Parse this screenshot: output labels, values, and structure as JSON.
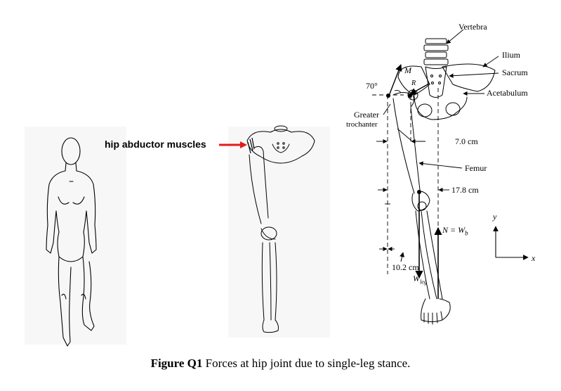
{
  "labels": {
    "vertebra": "Vertebra",
    "ilium": "Ilium",
    "sacrum": "Sacrum",
    "acetabulum": "Acetabulum",
    "angle": "70°",
    "greater": "Greater",
    "trochanter": "trochanter",
    "force_m": "M",
    "force_r": "R",
    "dim_7": "7.0 cm",
    "femur": "Femur",
    "dim_178": "17.8 cm",
    "normal_force": "N = W",
    "normal_force_sub": "b",
    "dim_102": "10.2 cm",
    "w_leg": "W",
    "w_leg_sub": "leg",
    "axis_y": "y",
    "axis_x": "x",
    "hip_abductor": "hip abductor muscles"
  },
  "caption": {
    "bold": "Figure Q1",
    "text": " Forces at hip joint due to single-leg stance."
  },
  "colors": {
    "arrow_red": "#e31b1b",
    "line": "#000000",
    "panel_bg": "#f7f7f7"
  }
}
